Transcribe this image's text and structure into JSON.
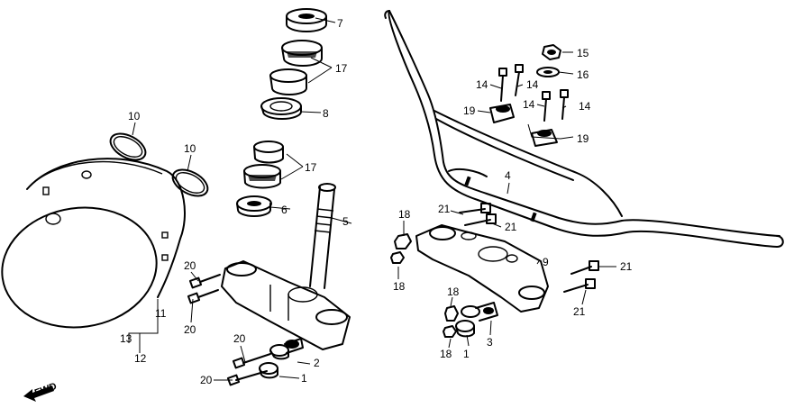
{
  "callouts": {
    "n1a": "1",
    "n1b": "1",
    "n2": "2",
    "n3": "3",
    "n4": "4",
    "n5": "5",
    "n6": "6",
    "n7": "7",
    "n8": "8",
    "n9": "9",
    "n10a": "10",
    "n10b": "10",
    "n11": "11",
    "n12": "12",
    "n13": "13",
    "n14a": "14",
    "n14b": "14",
    "n14c": "14",
    "n14d": "14",
    "n15": "15",
    "n16": "16",
    "n17a": "17",
    "n17b": "17",
    "n18a": "18",
    "n18b": "18",
    "n18c": "18",
    "n18d": "18",
    "n19a": "19",
    "n19b": "19",
    "n20a": "20",
    "n20b": "20",
    "n20c": "20",
    "n20d": "20",
    "n21a": "21",
    "n21b": "21",
    "n21c": "21",
    "n21d": "21"
  },
  "fwd_label": "FWD"
}
